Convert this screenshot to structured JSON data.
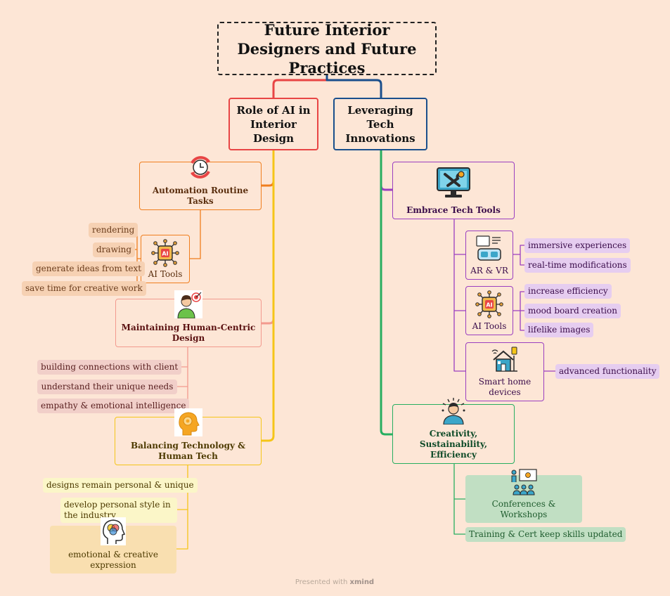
{
  "title": "Future Interior Designers and Future Practices",
  "left_branch": {
    "title": "Role of AI in Interior Design",
    "color": "#e84545",
    "automation": {
      "label": "Automation Routine Tasks",
      "icon": "process-clock-icon"
    },
    "ai_tools": {
      "label": "AI Tools",
      "icon": "ai-brain-chip-icon",
      "items": [
        "rendering",
        "drawing",
        "generate ideas from text",
        "save time for creative work"
      ]
    },
    "human_centric": {
      "label": "Maintaining Human-Centric Design",
      "icon": "person-target-icon",
      "items": [
        "building connections with client",
        "understand their unique needs",
        "empathy & emotional intelligence"
      ]
    },
    "balancing": {
      "label": "Balancing Technology & Human Tech",
      "icon": "head-gear-icon",
      "items": [
        "designs remain personal & unique",
        "develop personal style in the industry"
      ],
      "expression": {
        "label": "emotional & creative expression",
        "icon": "head-venn-icon"
      }
    }
  },
  "right_branch": {
    "title": "Leveraging Tech Innovations",
    "color": "#1a4f8c",
    "tech_tools": {
      "label": "Embrace Tech Tools",
      "icon": "monitor-tools-icon",
      "arvr": {
        "label": "AR & VR",
        "icon": "vr-headset-icon",
        "items": [
          "immersive experiences",
          "real-time modifications"
        ]
      },
      "ai_tools": {
        "label": "AI Tools",
        "icon": "ai-brain-chip-icon",
        "items": [
          "increase efficiency",
          "mood board creation",
          "lifelike images"
        ]
      },
      "smart_home": {
        "label": "Smart home devices",
        "icon": "smart-house-icon",
        "items": [
          "advanced functionality"
        ]
      }
    },
    "creativity": {
      "label": "Creativity, Sustainability, Efficiency",
      "icon": "creative-person-icon",
      "conferences": {
        "label": "Conferences & Workshops",
        "icon": "presentation-audience-icon"
      },
      "training": "Training & Cert keep skills updated"
    }
  },
  "footer": {
    "prefix": "Presented with",
    "brand": "xmind"
  },
  "colors": {
    "background": "#fde6d6",
    "orange": "#f07e1e",
    "pink": "#f29a8e",
    "yellow": "#f5c518",
    "purple": "#9b3fc0",
    "green": "#27ae60"
  }
}
